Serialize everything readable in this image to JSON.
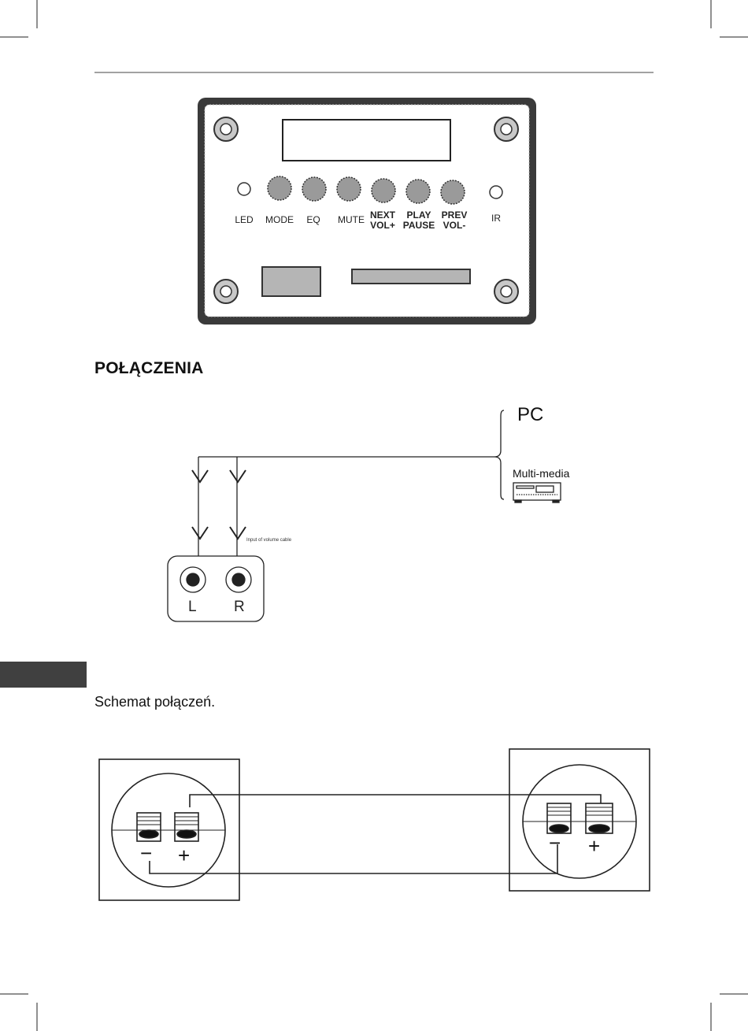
{
  "panel": {
    "buttons": [
      {
        "label": "LED"
      },
      {
        "label": "MODE"
      },
      {
        "label": "EQ"
      },
      {
        "label": "MUTE"
      },
      {
        "label": "NEXT\nVOL+"
      },
      {
        "label": "PLAY\nPAUSE"
      },
      {
        "label": "PREV\nVOL-"
      },
      {
        "label": "IR"
      }
    ]
  },
  "section": {
    "title": "POŁĄCZENIA"
  },
  "connection": {
    "pc_label": "PC",
    "multimedia_label": "Multi-media",
    "cable_note": "Input of volume cable",
    "left_label": "L",
    "right_label": "R"
  },
  "schema": {
    "caption": "Schemat połączeń.",
    "minus": "−",
    "plus": "+"
  }
}
